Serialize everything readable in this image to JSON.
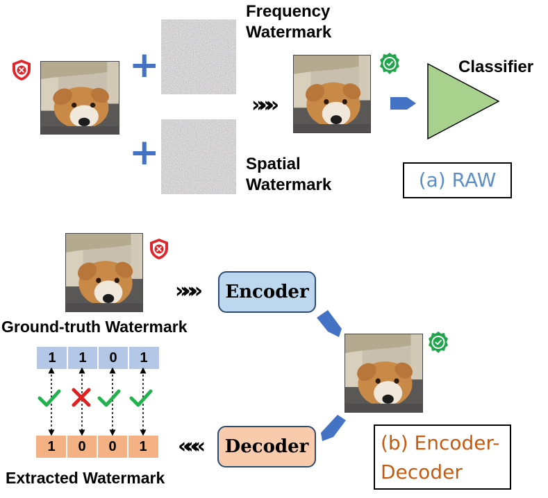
{
  "raw_section": {
    "frequency_label_line1": "Frequency",
    "frequency_label_line2": "Watermark",
    "spatial_label_line1": "Spatial",
    "spatial_label_line2": "Watermark",
    "classifier_label": "Classifier",
    "caption": "(a) RAW",
    "caption_color": "#5b8ec7"
  },
  "encdec_section": {
    "encoder_label": "Encoder",
    "decoder_label": "Decoder",
    "ground_truth_label": "Ground-truth Watermark",
    "extracted_label": "Extracted Watermark",
    "ground_truth_bits": [
      "1",
      "1",
      "0",
      "1"
    ],
    "extracted_bits": [
      "1",
      "0",
      "0",
      "1"
    ],
    "bit_match": [
      true,
      false,
      true,
      true
    ],
    "caption_line1": "(b) Encoder-",
    "caption_line2": "Decoder",
    "caption_color": "#c55a11"
  },
  "icons": {
    "plus": "+",
    "fast_forward": "»»»",
    "fast_rewind": "«««"
  },
  "colors": {
    "arrow_blue": "#4472c4",
    "classifier_green": "#a9d18e",
    "encoder_fill": "#bdd7ee",
    "decoder_fill": "#f8cbad",
    "check_green": "#22b14c",
    "cross_red": "#e02020"
  }
}
